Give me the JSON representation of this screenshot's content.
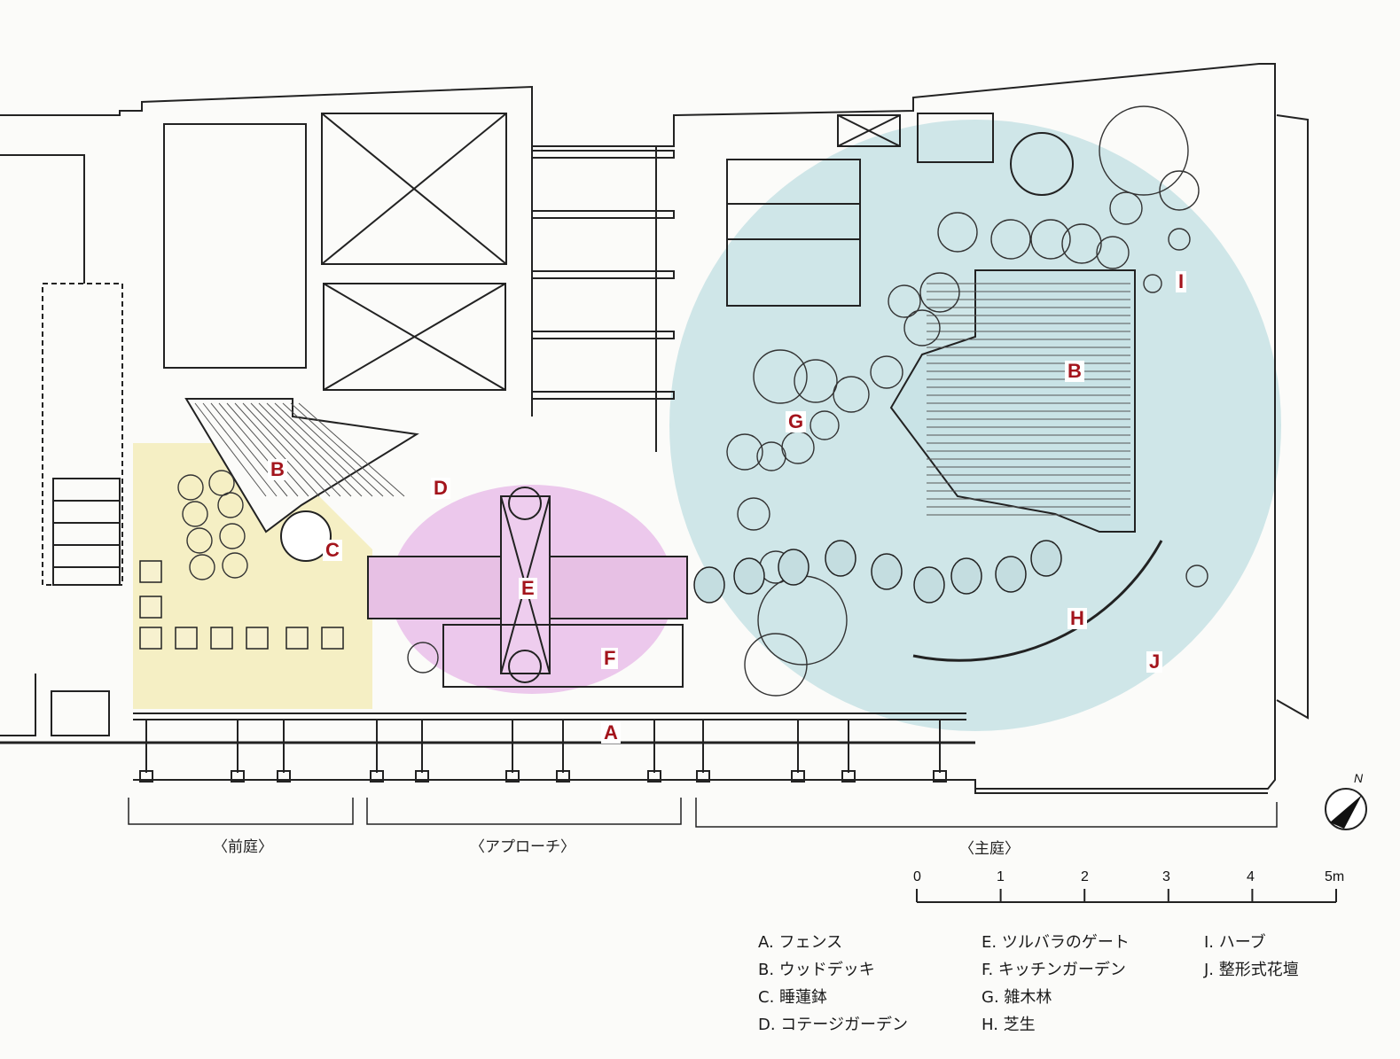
{
  "plan_labels": {
    "A": "A",
    "B_front": "B",
    "C": "C",
    "D": "D",
    "E": "E",
    "F": "F",
    "G": "G",
    "B_main": "B",
    "H": "H",
    "I": "I",
    "J": "J"
  },
  "sections": {
    "front": "〈前庭〉",
    "approach": "〈アプローチ〉",
    "main": "〈主庭〉"
  },
  "scale_bar": {
    "ticks": [
      "0",
      "1",
      "2",
      "3",
      "4",
      "5m"
    ]
  },
  "north_arrow": "N",
  "legend": [
    [
      "A. フェンス",
      "B. ウッドデッキ",
      "C. 睡蓮鉢",
      "D. コテージガーデン"
    ],
    [
      "E. ツルバラのゲート",
      "F. キッチンガーデン",
      "G. 雑木林",
      "H. 芝生"
    ],
    [
      "I. ハーブ",
      "J. 整形式花壇"
    ]
  ],
  "colors": {
    "lawn_zone": "#cfe6e8",
    "approach_zone": "#ecc8ec",
    "front_zone": "#f5efc4",
    "label": "#a3141c",
    "line": "#222222"
  }
}
